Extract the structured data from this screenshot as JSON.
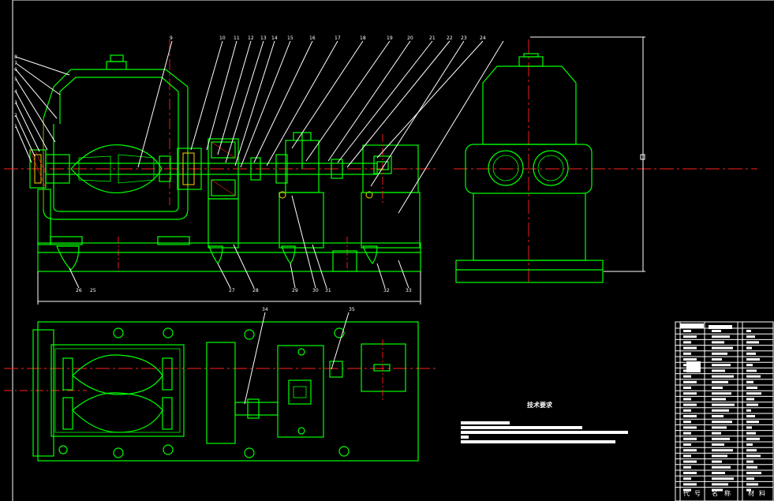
{
  "drawing": {
    "notes_title": "技术要求",
    "title_block_headers": [
      "代",
      "号",
      "名",
      "称",
      "材",
      "料"
    ],
    "part_numbers_top": [
      "9",
      "10",
      "11",
      "12",
      "13",
      "14",
      "15",
      "16",
      "17",
      "18",
      "19",
      "20",
      "21",
      "22",
      "23",
      "24"
    ],
    "part_numbers_left": [
      "8",
      "7",
      "6",
      "5",
      "4",
      "3",
      "2",
      "1"
    ],
    "part_numbers_bottom": [
      "26",
      "25",
      "27",
      "28",
      "29",
      "30",
      "31",
      "32",
      "33"
    ],
    "part_numbers_plan": [
      "34",
      "35"
    ]
  }
}
